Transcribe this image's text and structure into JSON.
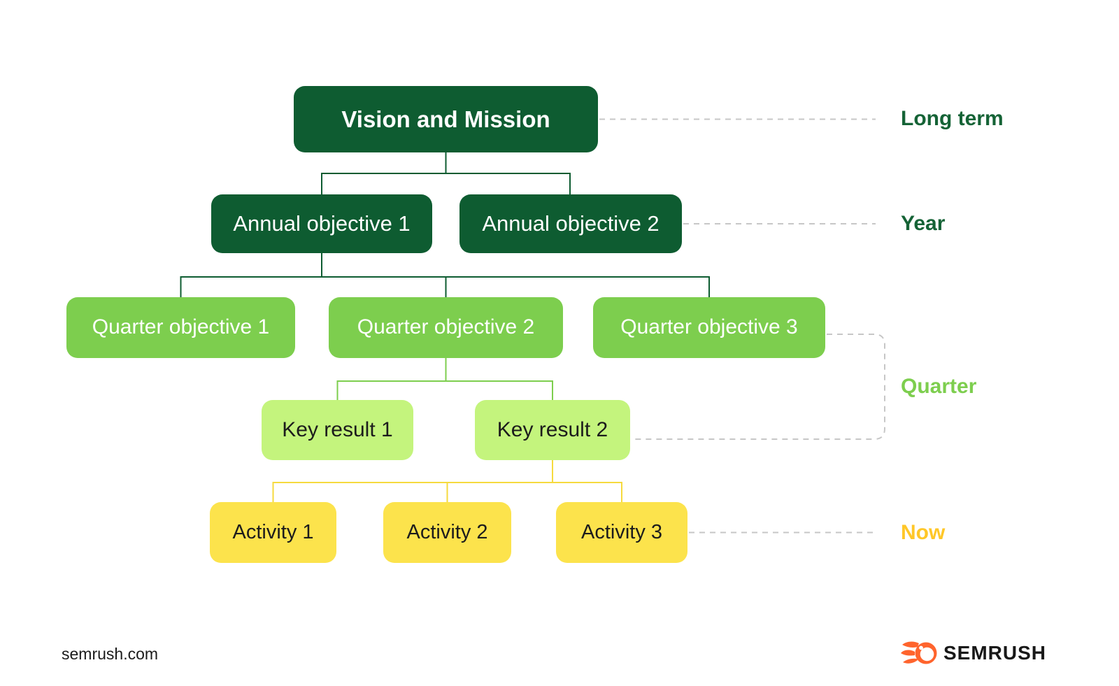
{
  "colors": {
    "dark_green": "#0E5C31",
    "mid_green": "#7DCE4E",
    "light_green": "#C4F47D",
    "yellow": "#FCE34C",
    "label_green_dark": "#156336",
    "label_yellow": "#FFC728",
    "connector_yellow": "#F6DA3E",
    "dashed_gray": "#C7C7C7",
    "brand_orange": "#FF642D",
    "text_dark": "#1C1C1C"
  },
  "diagram": {
    "root": {
      "label": "Vision and Mission"
    },
    "annual_objectives": [
      {
        "label": "Annual objective 1"
      },
      {
        "label": "Annual objective 2"
      }
    ],
    "quarter_objectives": [
      {
        "label": "Quarter objective 1"
      },
      {
        "label": "Quarter objective 2"
      },
      {
        "label": "Quarter objective 3"
      }
    ],
    "key_results": [
      {
        "label": "Key result 1"
      },
      {
        "label": "Key result 2"
      }
    ],
    "activities": [
      {
        "label": "Activity 1"
      },
      {
        "label": "Activity 2"
      },
      {
        "label": "Activity 3"
      }
    ],
    "timeline": [
      {
        "label": "Long term"
      },
      {
        "label": "Year"
      },
      {
        "label": "Quarter"
      },
      {
        "label": "Now"
      }
    ]
  },
  "footer": {
    "website": "semrush.com",
    "brand": "SEMRUSH"
  }
}
